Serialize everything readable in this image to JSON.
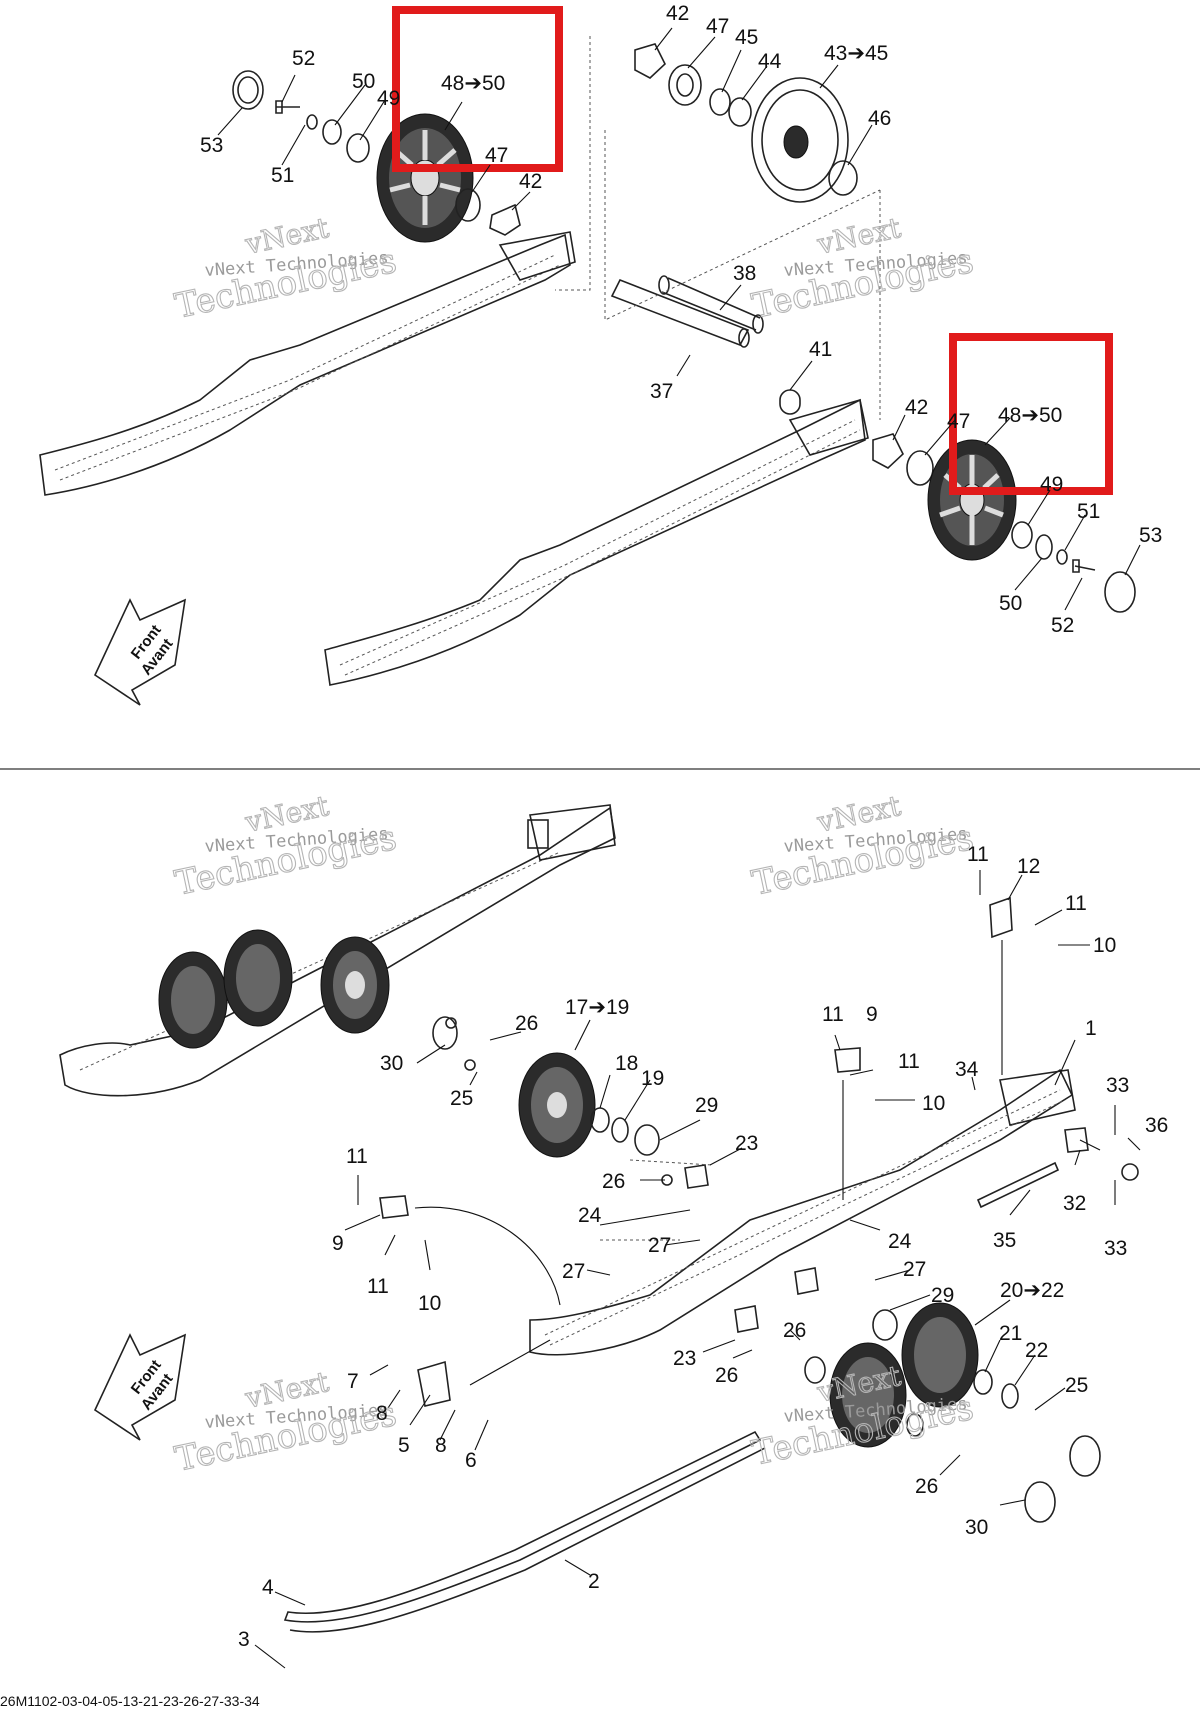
{
  "top_diagram": {
    "callouts": [
      {
        "id": "c52a",
        "text": "52"
      },
      {
        "id": "c50a",
        "text": "50"
      },
      {
        "id": "c49a",
        "text": "49"
      },
      {
        "id": "c53a",
        "text": "53"
      },
      {
        "id": "c51a",
        "text": "51"
      },
      {
        "id": "c4850a",
        "text": "48➔50"
      },
      {
        "id": "c47a",
        "text": "47"
      },
      {
        "id": "c42a",
        "text": "42"
      },
      {
        "id": "c42b",
        "text": "42"
      },
      {
        "id": "c47b",
        "text": "47"
      },
      {
        "id": "c45a",
        "text": "45"
      },
      {
        "id": "c44a",
        "text": "44"
      },
      {
        "id": "c4345",
        "text": "43➔45"
      },
      {
        "id": "c46",
        "text": "46"
      },
      {
        "id": "c38",
        "text": "38"
      },
      {
        "id": "c41",
        "text": "41"
      },
      {
        "id": "c37",
        "text": "37"
      },
      {
        "id": "c42c",
        "text": "42"
      },
      {
        "id": "c47c",
        "text": "47"
      },
      {
        "id": "c4850b",
        "text": "48➔50"
      },
      {
        "id": "c49b",
        "text": "49"
      },
      {
        "id": "c51b",
        "text": "51"
      },
      {
        "id": "c53b",
        "text": "53"
      },
      {
        "id": "c50b",
        "text": "50"
      },
      {
        "id": "c52b",
        "text": "52"
      }
    ],
    "front_label": [
      "Front",
      "Avant"
    ]
  },
  "bottom_diagram": {
    "callouts": [
      {
        "id": "d11a",
        "text": "11"
      },
      {
        "id": "d12",
        "text": "12"
      },
      {
        "id": "d11b",
        "text": "11"
      },
      {
        "id": "d10a",
        "text": "10"
      },
      {
        "id": "d1",
        "text": "1"
      },
      {
        "id": "d1719",
        "text": "17➔19"
      },
      {
        "id": "d26a",
        "text": "26"
      },
      {
        "id": "d30a",
        "text": "30"
      },
      {
        "id": "d18",
        "text": "18"
      },
      {
        "id": "d19",
        "text": "19"
      },
      {
        "id": "d25a",
        "text": "25"
      },
      {
        "id": "d29a",
        "text": "29"
      },
      {
        "id": "d23a",
        "text": "23"
      },
      {
        "id": "d26b",
        "text": "26"
      },
      {
        "id": "d11c",
        "text": "11"
      },
      {
        "id": "d9a",
        "text": "9"
      },
      {
        "id": "d11d",
        "text": "11"
      },
      {
        "id": "d10b",
        "text": "10"
      },
      {
        "id": "d34",
        "text": "34"
      },
      {
        "id": "d33a",
        "text": "33"
      },
      {
        "id": "d36",
        "text": "36"
      },
      {
        "id": "d32",
        "text": "32"
      },
      {
        "id": "d33b",
        "text": "33"
      },
      {
        "id": "d35",
        "text": "35"
      },
      {
        "id": "d11e",
        "text": "11"
      },
      {
        "id": "d9b",
        "text": "9"
      },
      {
        "id": "d11f",
        "text": "11"
      },
      {
        "id": "d10c",
        "text": "10"
      },
      {
        "id": "d24a",
        "text": "24"
      },
      {
        "id": "d27a",
        "text": "27"
      },
      {
        "id": "d27b",
        "text": "27"
      },
      {
        "id": "d24b",
        "text": "24"
      },
      {
        "id": "d27c",
        "text": "27"
      },
      {
        "id": "d29b",
        "text": "29"
      },
      {
        "id": "d2022",
        "text": "20➔22"
      },
      {
        "id": "d26c",
        "text": "26"
      },
      {
        "id": "d21",
        "text": "21"
      },
      {
        "id": "d22",
        "text": "22"
      },
      {
        "id": "d23b",
        "text": "23"
      },
      {
        "id": "d26d",
        "text": "26"
      },
      {
        "id": "d25b",
        "text": "25"
      },
      {
        "id": "d7",
        "text": "7"
      },
      {
        "id": "d8a",
        "text": "8"
      },
      {
        "id": "d5",
        "text": "5"
      },
      {
        "id": "d8b",
        "text": "8"
      },
      {
        "id": "d6",
        "text": "6"
      },
      {
        "id": "d26e",
        "text": "26"
      },
      {
        "id": "d30b",
        "text": "30"
      },
      {
        "id": "d2",
        "text": "2"
      },
      {
        "id": "d4",
        "text": "4"
      },
      {
        "id": "d3",
        "text": "3"
      }
    ],
    "front_label": [
      "Front",
      "Avant"
    ]
  },
  "watermark": {
    "line1": "vNext",
    "line2": "Technologies",
    "small": "vNext Technologies"
  },
  "drawing_code": "26M1102-03-04-05-13-21-23-26-27-33-34",
  "highlight_color": "#e11b1b"
}
